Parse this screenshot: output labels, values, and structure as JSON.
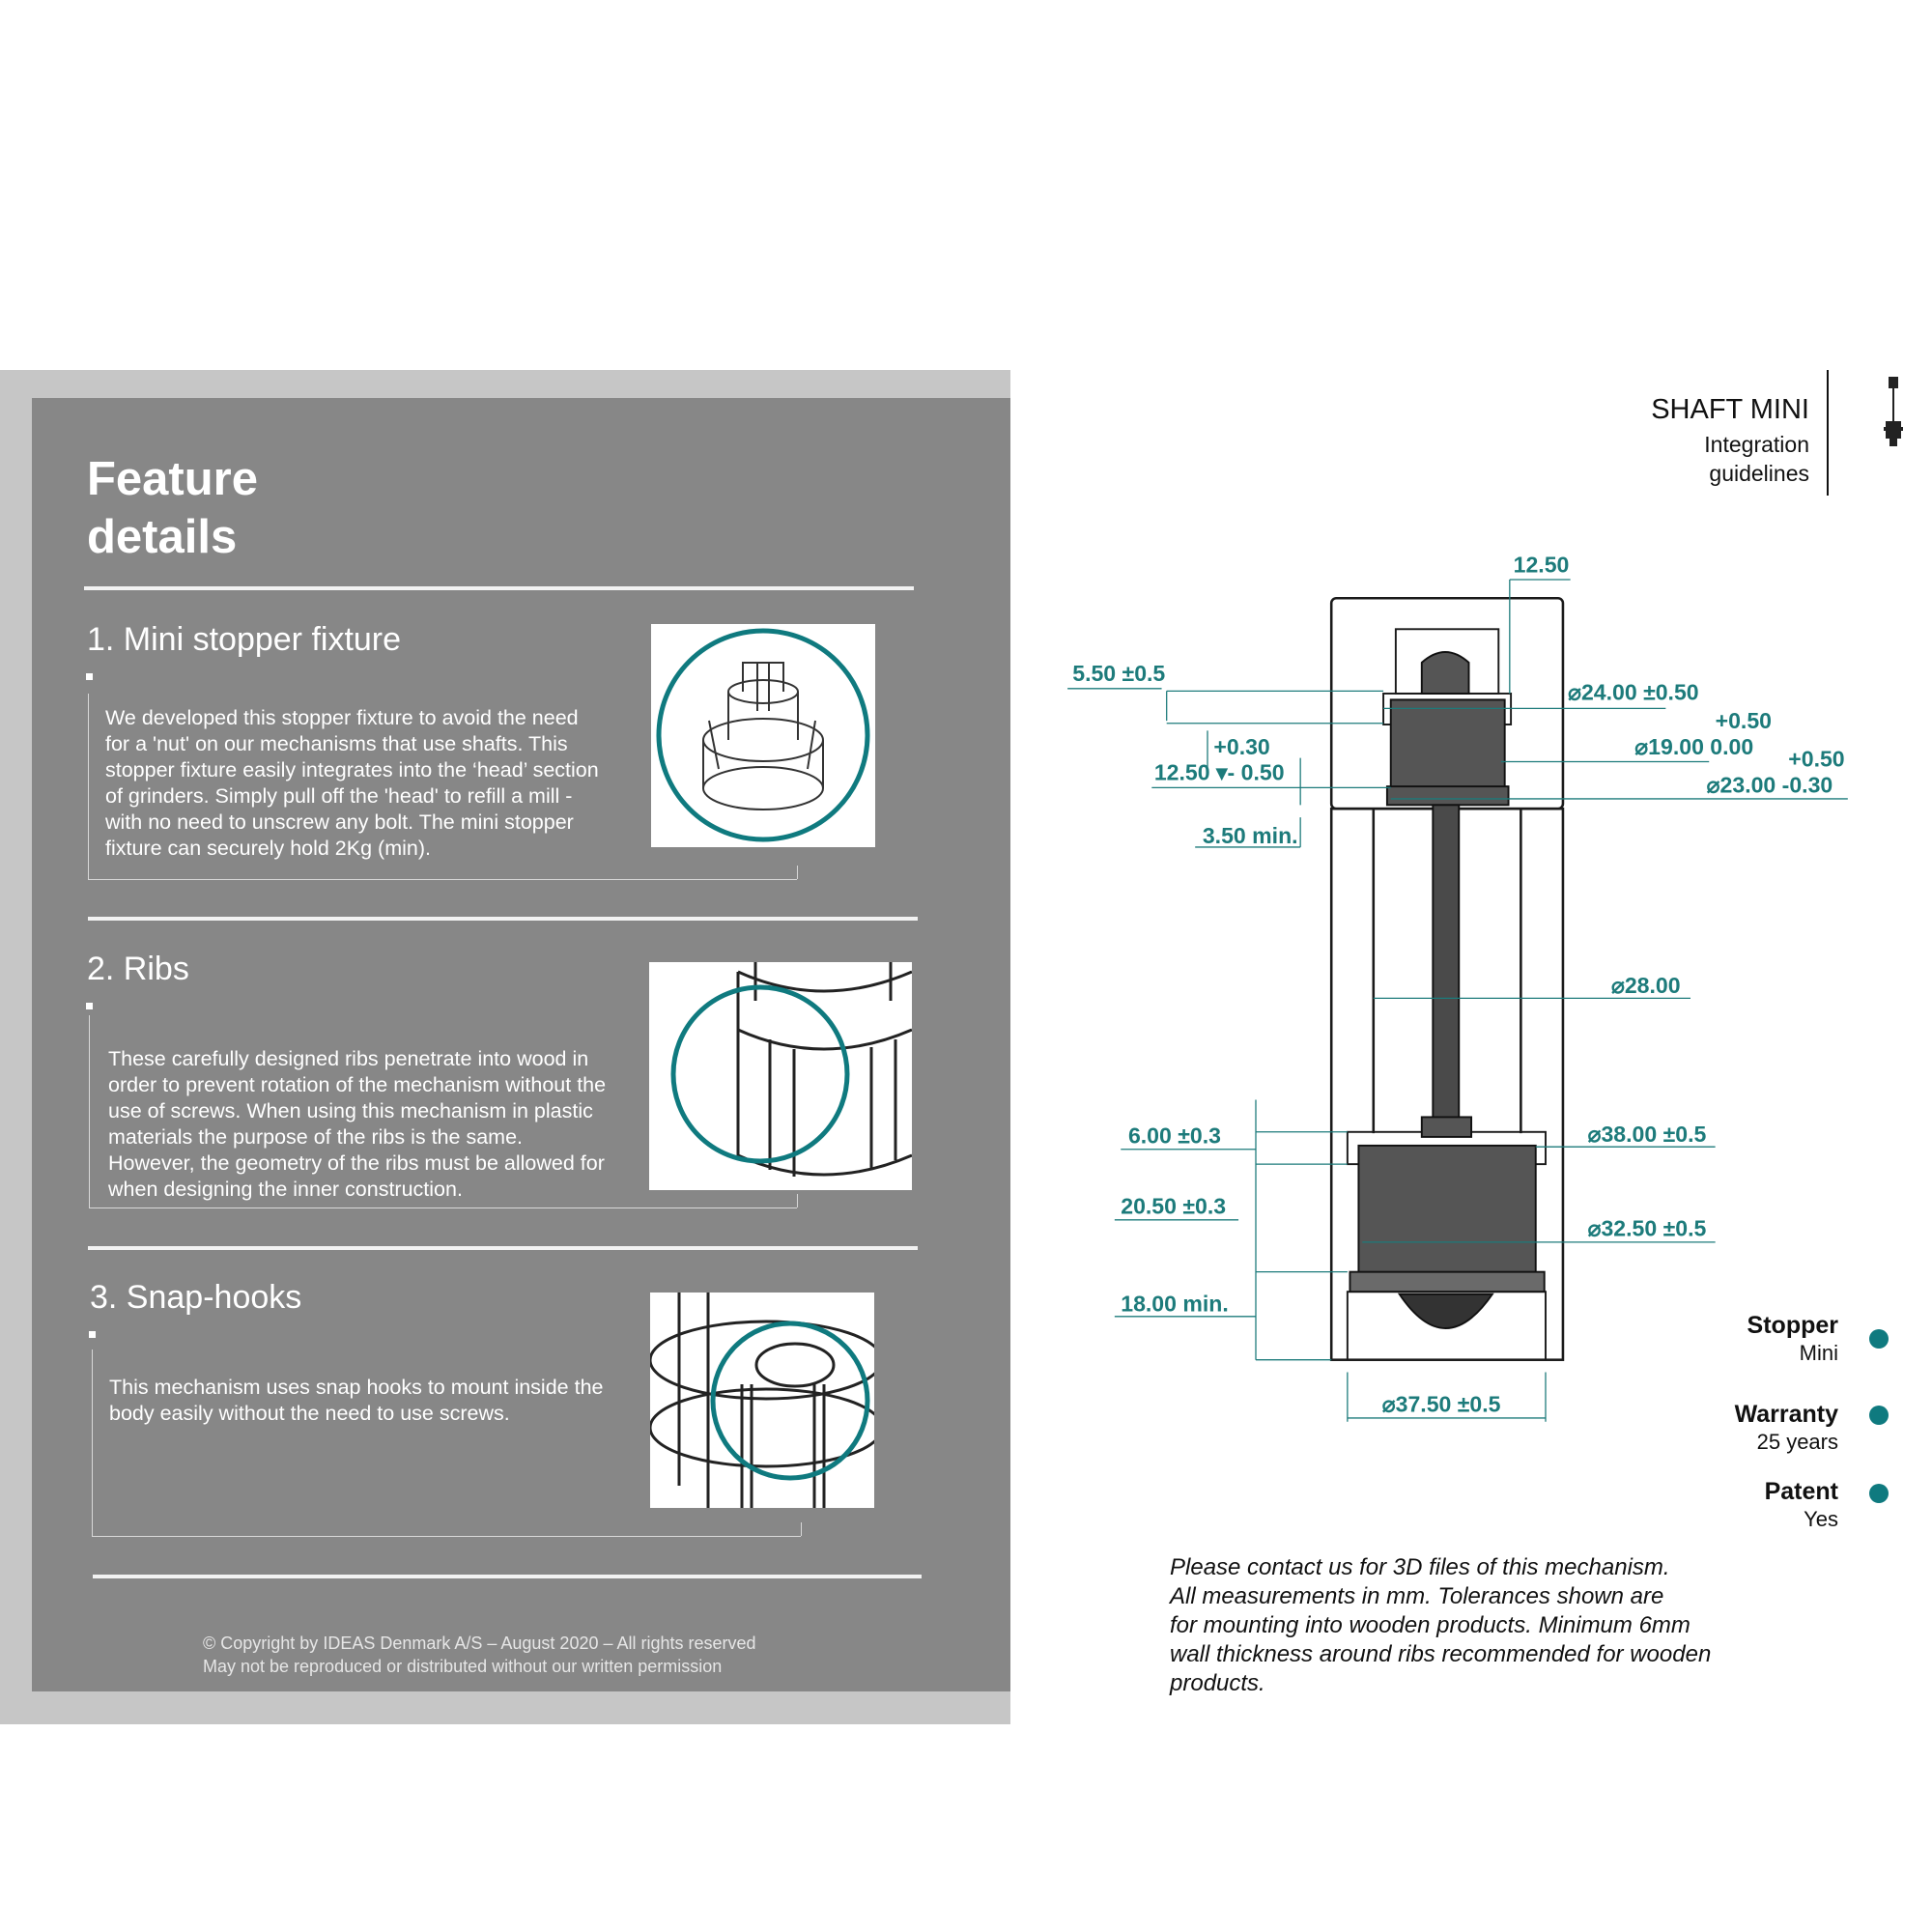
{
  "left_panel": {
    "title_line1": "Feature",
    "title_line2": "details",
    "sections": [
      {
        "title": "1. Mini stopper fixture",
        "lines": [
          "We developed this stopper fixture to avoid the need",
          "for a 'nut' on our mechanisms that use shafts. This",
          "stopper fixture easily integrates into the ‘head’ section",
          "of grinders. Simply pull off the 'head' to refill a mill -",
          "with no need to unscrew any bolt. The mini stopper",
          "fixture can securely hold 2Kg (min)."
        ]
      },
      {
        "title": "2. Ribs",
        "lines": [
          "These carefully designed ribs penetrate into wood in",
          "order to prevent rotation of the mechanism without the",
          "use of screws. When using this mechanism in plastic",
          "materials the purpose of the ribs is the same.",
          "However, the geometry of the ribs must be allowed for",
          "when designing the inner construction."
        ]
      },
      {
        "title": "3. Snap-hooks",
        "lines": [
          "This mechanism uses snap hooks to mount inside the",
          "body easily without the need to use screws."
        ]
      }
    ],
    "copyright_line1": "© Copyright by IDEAS Denmark A/S – August 2020 – All rights reserved",
    "copyright_line2": "May not be reproduced or distributed without our written permission"
  },
  "header": {
    "product": "SHAFT MINI",
    "subtitle_line1": "Integration",
    "subtitle_line2": "guidelines",
    "icon": "shaft-mechanism-icon"
  },
  "drawing": {
    "dims": {
      "top_clearance": "12.50",
      "flange_height": "5.50 ±0.5",
      "head_tol_plus": "+0.30",
      "head_depth": "12.50 ▾- 0.50",
      "bottom_min": "3.50 min.",
      "d24": "⌀24.00 ±0.50",
      "d19_tol_plus": "+0.50",
      "d19": "⌀19.00   0.00",
      "d23_tol_plus": "+0.50",
      "d23": "⌀23.00  -0.30",
      "d28": "⌀28.00",
      "h6": "6.00 ±0.3",
      "h20": "20.50 ±0.3",
      "h18": "18.00 min.",
      "d38": "⌀38.00 ±0.5",
      "d32": "⌀32.50 ±0.5",
      "d37": "⌀37.50 ±0.5"
    }
  },
  "features": [
    {
      "label": "Stopper",
      "value": "Mini"
    },
    {
      "label": "Warranty",
      "value": "25 years"
    },
    {
      "label": "Patent",
      "value": "Yes"
    }
  ],
  "note": [
    "Please contact us for 3D files of this mechanism.",
    "All measurements in mm. Tolerances shown are",
    "for mounting into wooden products. Minimum 6mm",
    "wall thickness around ribs recommended for wooden",
    "products."
  ],
  "colors": {
    "accent": "#0f7a7f",
    "panel": "#878787",
    "panel_border": "#c6c6c6"
  }
}
